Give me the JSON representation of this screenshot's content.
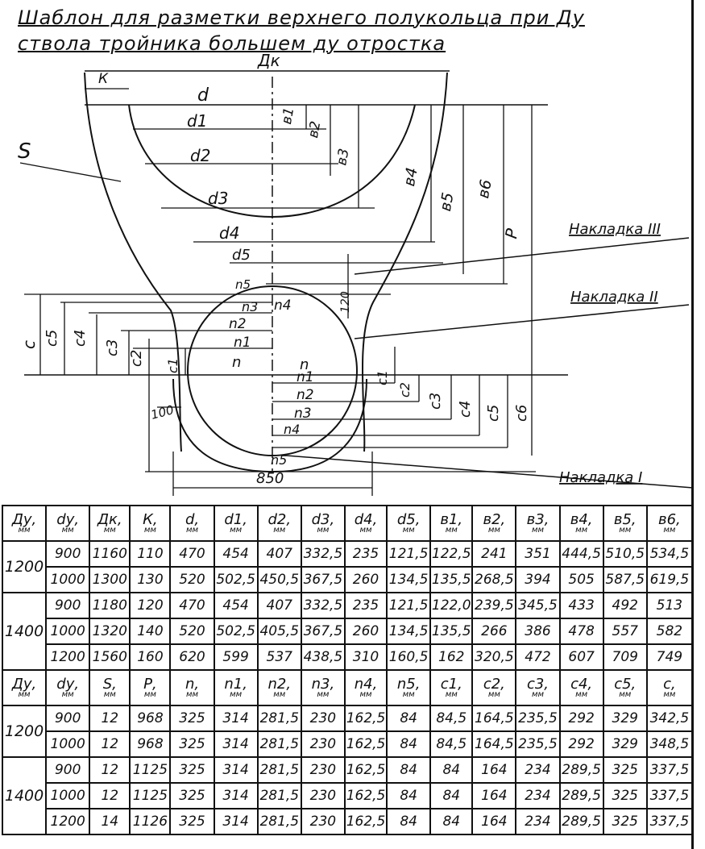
{
  "title": [
    "Шаблон для разметки верхнего полукольца при Ду",
    "ствола тройника большем ду отростка"
  ],
  "drawing": {
    "labels": {
      "Dk": "Дк",
      "K": "К",
      "S": "S",
      "d": "d",
      "d1": "d1",
      "d2": "d2",
      "d3": "d3",
      "d4": "d4",
      "d5": "d5",
      "b1": "в1",
      "b2": "в2",
      "b3": "в3",
      "b4": "в4",
      "b5": "в5",
      "b6": "в6",
      "P": "Р",
      "n": "n",
      "n1": "n1",
      "n2": "n2",
      "n3": "n3",
      "n4": "n4",
      "n5": "n5",
      "c": "с",
      "c1": "с1",
      "c2": "с2",
      "c3": "с3",
      "c4": "с4",
      "c5": "с5",
      "c6": "с6",
      "dim100": "100",
      "dim120": "120",
      "dim850": "850",
      "nakladka3": "Накладка III",
      "nakladka2": "Накладка II",
      "nakladka1": "Накладка I"
    }
  },
  "table1": {
    "headers": [
      {
        "sym": "Ду,",
        "unit": "мм"
      },
      {
        "sym": "dу,",
        "unit": "мм"
      },
      {
        "sym": "Дк,",
        "unit": "мм"
      },
      {
        "sym": "К,",
        "unit": "мм"
      },
      {
        "sym": "d,",
        "unit": "мм"
      },
      {
        "sym": "d1,",
        "unit": "мм"
      },
      {
        "sym": "d2,",
        "unit": "мм"
      },
      {
        "sym": "d3,",
        "unit": "мм"
      },
      {
        "sym": "d4,",
        "unit": "мм"
      },
      {
        "sym": "d5,",
        "unit": "мм"
      },
      {
        "sym": "в1,",
        "unit": "мм"
      },
      {
        "sym": "в2,",
        "unit": "мм"
      },
      {
        "sym": "в3,",
        "unit": "мм"
      },
      {
        "sym": "в4,",
        "unit": "мм"
      },
      {
        "sym": "в5,",
        "unit": "мм"
      },
      {
        "sym": "в6,",
        "unit": "мм"
      }
    ],
    "groups": [
      {
        "du": "1200",
        "rows": [
          [
            "900",
            "1160",
            "110",
            "470",
            "454",
            "407",
            "332,5",
            "235",
            "121,5",
            "122,5",
            "241",
            "351",
            "444,5",
            "510,5",
            "534,5"
          ],
          [
            "1000",
            "1300",
            "130",
            "520",
            "502,5",
            "450,5",
            "367,5",
            "260",
            "134,5",
            "135,5",
            "268,5",
            "394",
            "505",
            "587,5",
            "619,5"
          ]
        ]
      },
      {
        "du": "1400",
        "rows": [
          [
            "900",
            "1180",
            "120",
            "470",
            "454",
            "407",
            "332,5",
            "235",
            "121,5",
            "122,0",
            "239,5",
            "345,5",
            "433",
            "492",
            "513"
          ],
          [
            "1000",
            "1320",
            "140",
            "520",
            "502,5",
            "405,5",
            "367,5",
            "260",
            "134,5",
            "135,5",
            "266",
            "386",
            "478",
            "557",
            "582"
          ],
          [
            "1200",
            "1560",
            "160",
            "620",
            "599",
            "537",
            "438,5",
            "310",
            "160,5",
            "162",
            "320,5",
            "472",
            "607",
            "709",
            "749"
          ]
        ]
      }
    ]
  },
  "table2": {
    "headers": [
      {
        "sym": "Ду,",
        "unit": "мм"
      },
      {
        "sym": "dу,",
        "unit": "мм"
      },
      {
        "sym": "S,",
        "unit": "мм"
      },
      {
        "sym": "Р,",
        "unit": "мм"
      },
      {
        "sym": "n,",
        "unit": "мм"
      },
      {
        "sym": "n1,",
        "unit": "мм"
      },
      {
        "sym": "n2,",
        "unit": "мм"
      },
      {
        "sym": "n3,",
        "unit": "мм"
      },
      {
        "sym": "n4,",
        "unit": "мм"
      },
      {
        "sym": "n5,",
        "unit": "мм"
      },
      {
        "sym": "с1,",
        "unit": "мм"
      },
      {
        "sym": "с2,",
        "unit": "мм"
      },
      {
        "sym": "с3,",
        "unit": "мм"
      },
      {
        "sym": "с4,",
        "unit": "мм"
      },
      {
        "sym": "с5,",
        "unit": "мм"
      },
      {
        "sym": "с,",
        "unit": "мм"
      }
    ],
    "groups": [
      {
        "du": "1200",
        "rows": [
          [
            "900",
            "12",
            "968",
            "325",
            "314",
            "281,5",
            "230",
            "162,5",
            "84",
            "84,5",
            "164,5",
            "235,5",
            "292",
            "329",
            "342,5"
          ],
          [
            "1000",
            "12",
            "968",
            "325",
            "314",
            "281,5",
            "230",
            "162,5",
            "84",
            "84,5",
            "164,5",
            "235,5",
            "292",
            "329",
            "348,5"
          ]
        ]
      },
      {
        "du": "1400",
        "rows": [
          [
            "900",
            "12",
            "1125",
            "325",
            "314",
            "281,5",
            "230",
            "162,5",
            "84",
            "84",
            "164",
            "234",
            "289,5",
            "325",
            "337,5"
          ],
          [
            "1000",
            "12",
            "1125",
            "325",
            "314",
            "281,5",
            "230",
            "162,5",
            "84",
            "84",
            "164",
            "234",
            "289,5",
            "325",
            "337,5"
          ],
          [
            "1200",
            "14",
            "1126",
            "325",
            "314",
            "281,5",
            "230",
            "162,5",
            "84",
            "84",
            "164",
            "234",
            "289,5",
            "325",
            "337,5"
          ]
        ]
      }
    ]
  }
}
